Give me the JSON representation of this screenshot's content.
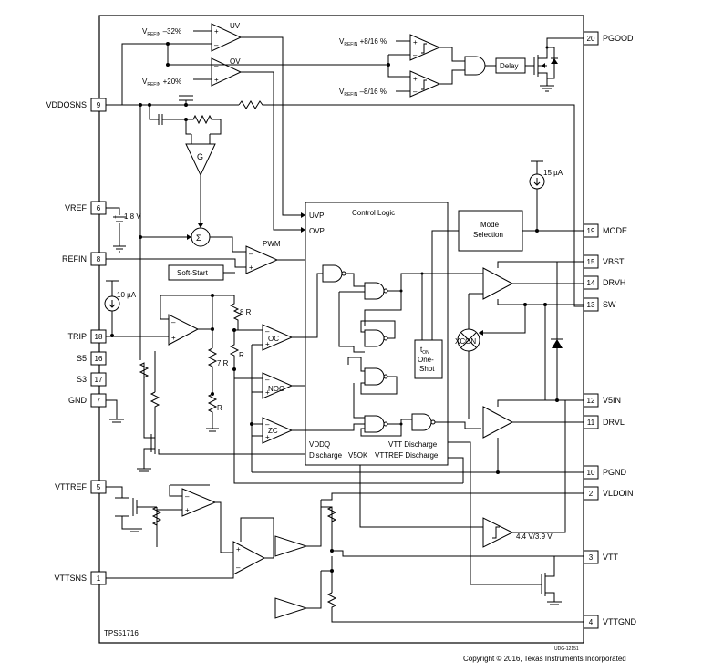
{
  "chip_name": "TPS51716",
  "doc_code": "UDG-12151",
  "copyright": "Copyright © 2016, Texas Instruments Incorporated",
  "pins": [
    {
      "num": "9",
      "name": "VDDQSNS"
    },
    {
      "num": "6",
      "name": "VREF"
    },
    {
      "num": "8",
      "name": "REFIN"
    },
    {
      "num": "18",
      "name": "TRIP"
    },
    {
      "num": "16",
      "name": "S5"
    },
    {
      "num": "17",
      "name": "S3"
    },
    {
      "num": "7",
      "name": "GND"
    },
    {
      "num": "5",
      "name": "VTTREF"
    },
    {
      "num": "1",
      "name": "VTTSNS"
    },
    {
      "num": "20",
      "name": "PGOOD"
    },
    {
      "num": "19",
      "name": "MODE"
    },
    {
      "num": "15",
      "name": "VBST"
    },
    {
      "num": "14",
      "name": "DRVH"
    },
    {
      "num": "13",
      "name": "SW"
    },
    {
      "num": "12",
      "name": "V5IN"
    },
    {
      "num": "11",
      "name": "DRVL"
    },
    {
      "num": "10",
      "name": "PGND"
    },
    {
      "num": "2",
      "name": "VLDOIN"
    },
    {
      "num": "3",
      "name": "VTT"
    },
    {
      "num": "4",
      "name": "VTTGND"
    }
  ],
  "labels": {
    "uv_th_pre": "V",
    "uv_th_sub": "REFIN",
    "uv_th_post": " –32%",
    "uv": "UV",
    "ov_th_pre": "V",
    "ov_th_sub": "REFIN",
    "ov_th_post": " +20%",
    "ov": "OV",
    "pg_hi_pre": "V",
    "pg_hi_sub": "REFIN",
    "pg_hi_post": " +8/16 %",
    "pg_lo_pre": "V",
    "pg_lo_sub": "REFIN",
    "pg_lo_post": " –8/16 %",
    "delay": "Delay",
    "current_15": "15 µA",
    "current_10": "10 µA",
    "vref_voltage": "1.8 V",
    "g": "G",
    "sigma": "Σ",
    "pwm": "PWM",
    "soft_start": "Soft-Start",
    "control_logic": "Control Logic",
    "uvp": "UVP",
    "ovp": "OVP",
    "mode_sel_1": "Mode",
    "mode_sel_2": "Selection",
    "oc": "OC",
    "noc": "NOC",
    "zc": "ZC",
    "r8": "8 R",
    "r7": "7 R",
    "r_mid": "R",
    "r_low": "R",
    "ton_pre": "t",
    "ton_sub": "ON",
    "one_shot_1": "One-",
    "one_shot_2": "Shot",
    "xcon": "XCON",
    "vtt_discharge": "VTT Discharge",
    "vddq_1": "VDDQ",
    "vddq_2": "Discharge",
    "v5ok": "V5OK",
    "vttref_discharge": "VTTREF Discharge",
    "v5_threshold": "4.4 V/3.9 V"
  }
}
